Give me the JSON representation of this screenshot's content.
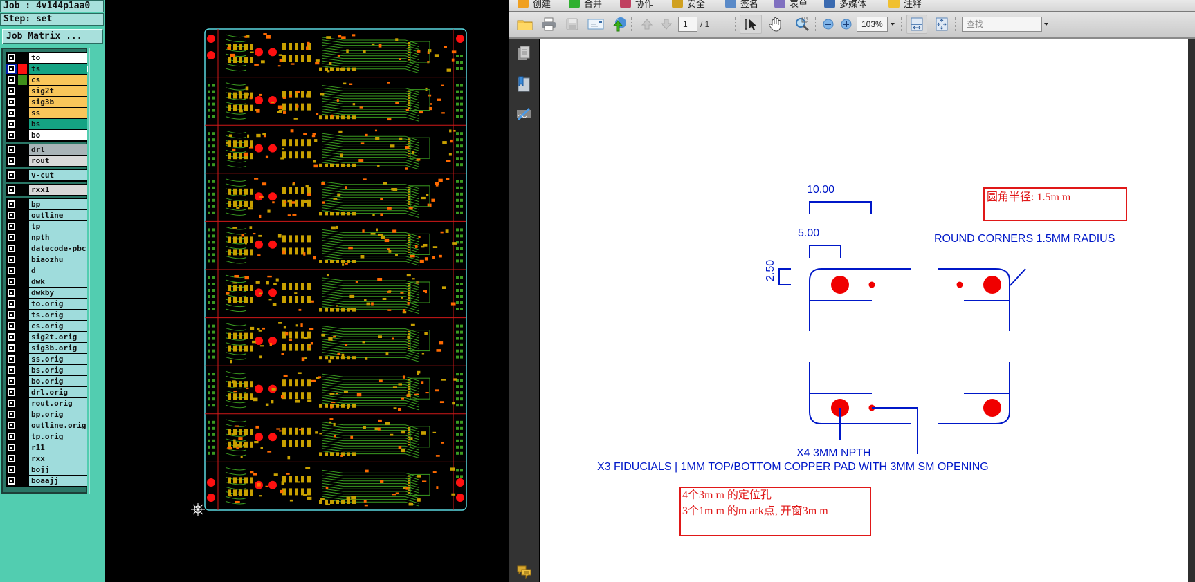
{
  "genesis": {
    "job_line": "Job : 4v144p1aa0",
    "step_line": "Step: set",
    "job_matrix_button": "Job Matrix ...",
    "layer_groups": [
      [
        {
          "name": "to",
          "bg": "white",
          "swatch": ""
        },
        {
          "name": "ts",
          "bg": "green",
          "swatch": "#ff1010",
          "selected": true,
          "locked": true
        },
        {
          "name": "cs",
          "bg": "orange",
          "swatch": "#3f8f1a"
        },
        {
          "name": "sig2t",
          "bg": "orange",
          "swatch": ""
        },
        {
          "name": "sig3b",
          "bg": "orange",
          "swatch": ""
        },
        {
          "name": "ss",
          "bg": "orange",
          "swatch": ""
        },
        {
          "name": "bs",
          "bg": "green",
          "swatch": ""
        },
        {
          "name": "bo",
          "bg": "white",
          "swatch": ""
        }
      ],
      [
        {
          "name": "drl",
          "bg": "grey",
          "swatch": ""
        },
        {
          "name": "rout",
          "bg": "lgrey",
          "swatch": ""
        }
      ],
      [
        {
          "name": "v-cut",
          "bg": "cyan",
          "swatch": ""
        }
      ],
      [
        {
          "name": "rxx1",
          "bg": "lgrey",
          "swatch": ""
        }
      ],
      [
        {
          "name": "bp",
          "bg": "cyan",
          "swatch": ""
        },
        {
          "name": "outline",
          "bg": "cyan",
          "swatch": ""
        },
        {
          "name": "tp",
          "bg": "cyan",
          "swatch": ""
        },
        {
          "name": "npth",
          "bg": "cyan",
          "swatch": ""
        },
        {
          "name": "datecode-pbc",
          "bg": "cyan",
          "swatch": ""
        },
        {
          "name": "biaozhu",
          "bg": "cyan",
          "swatch": ""
        },
        {
          "name": "d",
          "bg": "cyan",
          "swatch": ""
        },
        {
          "name": "dwk",
          "bg": "cyan",
          "swatch": ""
        },
        {
          "name": "dwkby",
          "bg": "cyan",
          "swatch": ""
        },
        {
          "name": "to.orig",
          "bg": "cyan",
          "swatch": ""
        },
        {
          "name": "ts.orig",
          "bg": "cyan",
          "swatch": ""
        },
        {
          "name": "cs.orig",
          "bg": "cyan",
          "swatch": ""
        },
        {
          "name": "sig2t.orig",
          "bg": "cyan",
          "swatch": ""
        },
        {
          "name": "sig3b.orig",
          "bg": "cyan",
          "swatch": ""
        },
        {
          "name": "ss.orig",
          "bg": "cyan",
          "swatch": ""
        },
        {
          "name": "bs.orig",
          "bg": "cyan",
          "swatch": ""
        },
        {
          "name": "bo.orig",
          "bg": "cyan",
          "swatch": ""
        },
        {
          "name": "drl.orig",
          "bg": "cyan",
          "swatch": ""
        },
        {
          "name": "rout.orig",
          "bg": "cyan",
          "swatch": ""
        },
        {
          "name": "bp.orig",
          "bg": "cyan",
          "swatch": ""
        },
        {
          "name": "outline.orig",
          "bg": "cyan",
          "swatch": ""
        },
        {
          "name": "tp.orig",
          "bg": "cyan",
          "swatch": ""
        },
        {
          "name": "r11",
          "bg": "cyan",
          "swatch": ""
        },
        {
          "name": "rxx",
          "bg": "cyan",
          "swatch": ""
        },
        {
          "name": "bojj",
          "bg": "cyan",
          "swatch": ""
        },
        {
          "name": "boaajj",
          "bg": "cyan",
          "swatch": ""
        }
      ]
    ],
    "pcb": {
      "panel_count": 10,
      "colors": {
        "outline": "#5ad8e0",
        "vcut": "#d01818",
        "copper": "#c8a000",
        "trace": "#3a9a20",
        "fiducial": "#ff1010",
        "pad": "#ff6a00",
        "origin": "#ffffff"
      }
    }
  },
  "viewer": {
    "menu_items": [
      {
        "label": "创建",
        "icon": "create-icon"
      },
      {
        "label": "合并",
        "icon": "combine-icon"
      },
      {
        "label": "协作",
        "icon": "collaborate-icon"
      },
      {
        "label": "安全",
        "icon": "secure-icon"
      },
      {
        "label": "签名",
        "icon": "sign-icon"
      },
      {
        "label": "表单",
        "icon": "forms-icon"
      },
      {
        "label": "多媒体",
        "icon": "multimedia-icon"
      },
      {
        "label": "注释",
        "icon": "comment-icon"
      }
    ],
    "toolbar": {
      "page_current": "1",
      "page_total": "/ 1",
      "zoom_value": "103%",
      "search_placeholder": "查找"
    },
    "drawing": {
      "dim_10": "10.00",
      "dim_5": "5.00",
      "dim_250": "2.50",
      "round_corners": "ROUND CORNERS 1.5MM RADIUS",
      "npth_label": "X4 3MM NPTH",
      "fiducial_label": "X3 FIDUCIALS | 1MM TOP/BOTTOM COPPER PAD WITH 3MM SM OPENING",
      "note_corner": "圆角半径: 1.5m m",
      "note_holes_1": "4个3m m 的定位孔",
      "note_holes_2": "3个1m m 的m ark点, 开窗3m m",
      "line_color": "#0018c8",
      "note_color": "#e01818"
    }
  }
}
